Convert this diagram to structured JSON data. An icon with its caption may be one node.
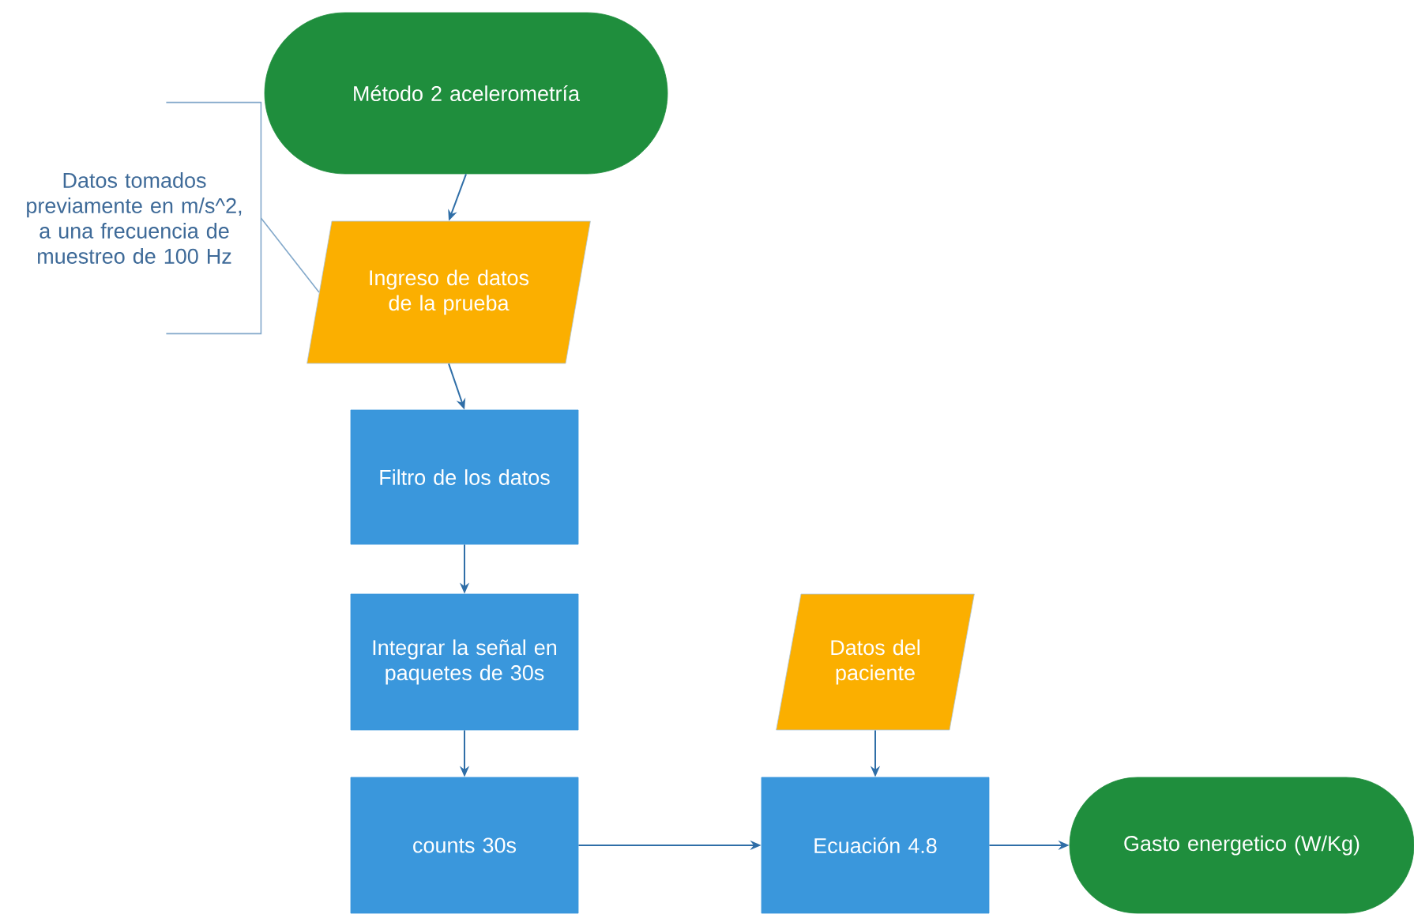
{
  "diagram": {
    "nodes": [
      {
        "text": [
          "Método 2 acelerometría"
        ]
      },
      {
        "text": [
          "Ingreso de datos de la prueba"
        ]
      },
      {
        "text": [
          "Filtro de los datos"
        ]
      },
      {
        "text": [
          "Integrar la señal en paquetes de 30s"
        ]
      },
      {
        "text": [
          "counts 30s"
        ]
      },
      {
        "text": [
          "Datos del paciente"
        ]
      },
      {
        "text": [
          "Ecuación 4.8"
        ]
      },
      {
        "text": [
          "Gasto energetico (W/Kg)"
        ]
      },
      {
        "text": [
          "Datos tomados previamente en m/s^2, a una frecuencia de muestreo de 100 Hz"
        ]
      }
    ],
    "edges": [
      {
        "from": 0,
        "to": 1,
        "arrow": "to"
      },
      {
        "from": 1,
        "to": 2,
        "arrow": "to"
      },
      {
        "from": 2,
        "to": 3,
        "arrow": "to"
      },
      {
        "from": 3,
        "to": 4,
        "arrow": "to"
      },
      {
        "from": 4,
        "to": 6,
        "arrow": "to"
      },
      {
        "from": 5,
        "to": 6,
        "arrow": "to"
      },
      {
        "from": 6,
        "to": 7,
        "arrow": "to"
      },
      {
        "from": 8,
        "to": 1,
        "arrow": "none"
      }
    ]
  }
}
